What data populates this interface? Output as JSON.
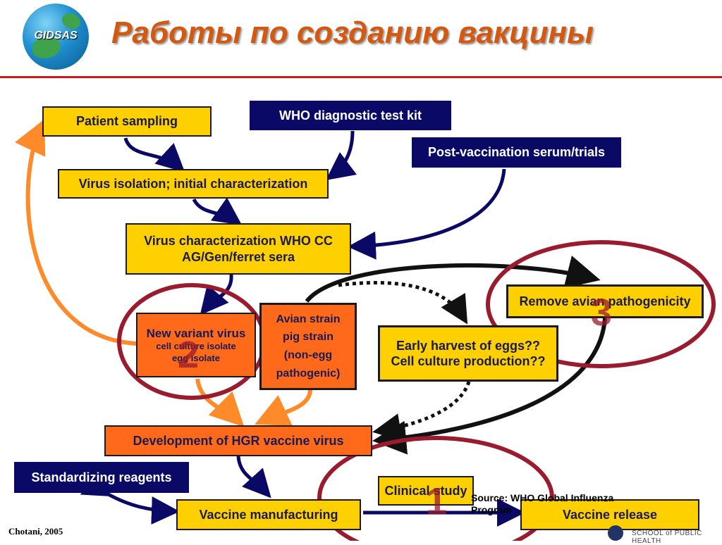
{
  "header": {
    "logo_text": "GIDSAS",
    "title": "Работы по созданию вакцины"
  },
  "nodes": {
    "patient_sampling": "Patient sampling",
    "who_diagnostic": "WHO diagnostic test kit",
    "post_vaccination": "Post-vaccination serum/trials",
    "virus_isolation": "Virus isolation; initial characterization",
    "virus_char_line1": "Virus characterization WHO CC",
    "virus_char_line2": "AG/Gen/ferret sera",
    "new_variant_line1": "New variant virus",
    "new_variant_line2": "cell culture isolate",
    "new_variant_line3": "egg isolate",
    "avian_line1": "Avian strain",
    "avian_line2": "pig strain",
    "avian_line3": "(non-egg",
    "avian_line4": "pathogenic)",
    "remove_avian": "Remove avian pathogenicity",
    "early_harvest_line1": "Early harvest of eggs??",
    "early_harvest_line2": "Cell culture production??",
    "hgr": "Development of HGR vaccine virus",
    "standardizing": "Standardizing reagents",
    "clinical": "Clinical study",
    "vaccine_manufacturing": "Vaccine manufacturing",
    "vaccine_release": "Vaccine release"
  },
  "markers": [
    "1",
    "2",
    "3"
  ],
  "source": "Source: WHO Global Influenza Program",
  "credit": "Chotani, 2005",
  "school": "SCHOOL of PUBLIC HEALTH",
  "colors": {
    "title": "#d4580f",
    "yellow_box": "#ffd000",
    "navy_box": "#0a0a66",
    "orange_box": "#ff6a1a",
    "circle": "#9b1b2e",
    "orange_arrow": "#ff8a2a"
  }
}
